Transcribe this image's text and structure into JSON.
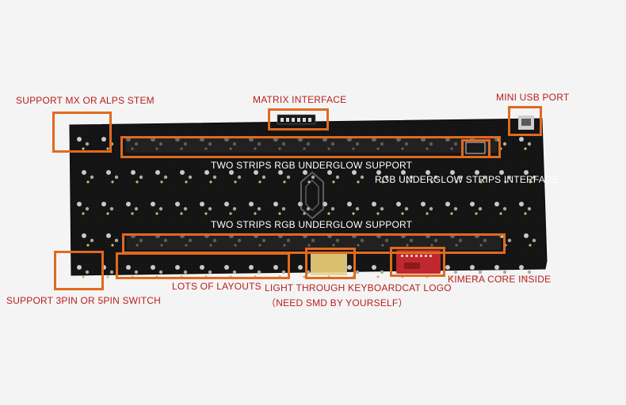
{
  "colors": {
    "background": "#f4f4f4",
    "pcb": "#141414",
    "callout_box": "#e06a1f",
    "callout_text": "#b81e1e",
    "overlay_text": "#ffffff"
  },
  "callouts": {
    "support_mx_alps": "SUPPORT MX OR ALPS STEM",
    "matrix_interface": "MATRIX INTERFACE",
    "mini_usb_port": "MINI USB PORT",
    "support_3pin_5pin": "SUPPORT 3PIN OR 5PIN SWITCH",
    "lots_of_layouts": "LOTS OF LAYOUTS",
    "light_through_logo": "LIGHT THROUGH KEYBOARDCAT LOGO",
    "need_smd": "（NEED SMD BY YOURSELF）",
    "kimera_core": "KIMERA CORE INSIDE"
  },
  "overlays": {
    "two_strips_top": "TWO STRIPS RGB UNDERGLOW SUPPORT",
    "rgb_strips_interface": "RGB UNDERGLOW STRIPS INTERFACE",
    "two_strips_bottom": "TWO STRIPS RGB UNDERGLOW SUPPORT"
  },
  "pcb": {
    "image": "black-keyboard-pcb",
    "logo": "keyboardcat-logo"
  }
}
